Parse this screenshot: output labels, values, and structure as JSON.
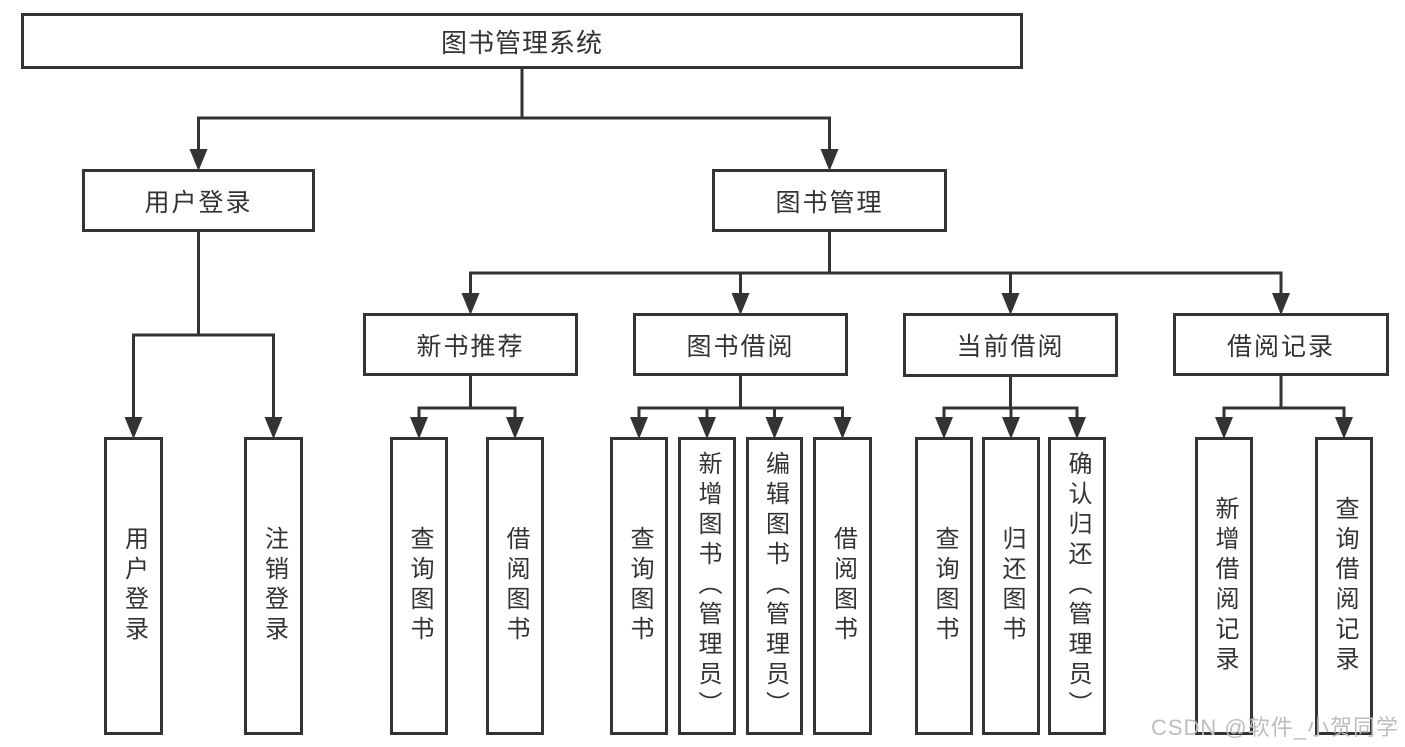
{
  "diagram": {
    "type": "hierarchy-flowchart",
    "watermark": "CSDN @软件_小贺同学",
    "colors": {
      "line": "#333333",
      "box_border": "#333333",
      "text": "#333333",
      "background": "#ffffff",
      "watermark": "#bdbdbd"
    },
    "nodes": [
      {
        "id": "root",
        "label": "图书管理系统",
        "level": 0,
        "text_direction": "horizontal"
      },
      {
        "id": "user-login",
        "label": "用户登录",
        "level": 1,
        "text_direction": "horizontal"
      },
      {
        "id": "book-mgmt",
        "label": "图书管理",
        "level": 1,
        "text_direction": "horizontal"
      },
      {
        "id": "new-book-rec",
        "label": "新书推荐",
        "level": 2,
        "text_direction": "horizontal"
      },
      {
        "id": "book-borrow",
        "label": "图书借阅",
        "level": 2,
        "text_direction": "horizontal"
      },
      {
        "id": "current-borrow",
        "label": "当前借阅",
        "level": 2,
        "text_direction": "horizontal"
      },
      {
        "id": "borrow-record",
        "label": "借阅记录",
        "level": 2,
        "text_direction": "horizontal"
      },
      {
        "id": "leaf-user-login",
        "label": "用户登录",
        "level": 3,
        "text_direction": "vertical"
      },
      {
        "id": "leaf-logout",
        "label": "注销登录",
        "level": 3,
        "text_direction": "vertical"
      },
      {
        "id": "leaf-query-book-1",
        "label": "查询图书",
        "level": 3,
        "text_direction": "vertical"
      },
      {
        "id": "leaf-borrow-book-1",
        "label": "借阅图书",
        "level": 3,
        "text_direction": "vertical"
      },
      {
        "id": "leaf-query-book-2",
        "label": "查询图书",
        "level": 3,
        "text_direction": "vertical"
      },
      {
        "id": "leaf-add-book",
        "label": "新增图书（管理员）",
        "level": 3,
        "text_direction": "vertical"
      },
      {
        "id": "leaf-edit-book",
        "label": "编辑图书（管理员）",
        "level": 3,
        "text_direction": "vertical"
      },
      {
        "id": "leaf-borrow-book-2",
        "label": "借阅图书",
        "level": 3,
        "text_direction": "vertical"
      },
      {
        "id": "leaf-query-book-3",
        "label": "查询图书",
        "level": 3,
        "text_direction": "vertical"
      },
      {
        "id": "leaf-return-book",
        "label": "归还图书",
        "level": 3,
        "text_direction": "vertical"
      },
      {
        "id": "leaf-confirm-return",
        "label": "确认归还（管理员）",
        "level": 3,
        "text_direction": "vertical"
      },
      {
        "id": "leaf-add-borrow-rec",
        "label": "新增借阅记录",
        "level": 3,
        "text_direction": "vertical"
      },
      {
        "id": "leaf-query-borrow-rec",
        "label": "查询借阅记录",
        "level": 3,
        "text_direction": "vertical"
      }
    ],
    "edges": [
      {
        "from": "root",
        "to": "user-login"
      },
      {
        "from": "root",
        "to": "book-mgmt"
      },
      {
        "from": "user-login",
        "to": "leaf-user-login"
      },
      {
        "from": "user-login",
        "to": "leaf-logout"
      },
      {
        "from": "book-mgmt",
        "to": "new-book-rec"
      },
      {
        "from": "book-mgmt",
        "to": "book-borrow"
      },
      {
        "from": "book-mgmt",
        "to": "current-borrow"
      },
      {
        "from": "book-mgmt",
        "to": "borrow-record"
      },
      {
        "from": "new-book-rec",
        "to": "leaf-query-book-1"
      },
      {
        "from": "new-book-rec",
        "to": "leaf-borrow-book-1"
      },
      {
        "from": "book-borrow",
        "to": "leaf-query-book-2"
      },
      {
        "from": "book-borrow",
        "to": "leaf-add-book"
      },
      {
        "from": "book-borrow",
        "to": "leaf-edit-book"
      },
      {
        "from": "book-borrow",
        "to": "leaf-borrow-book-2"
      },
      {
        "from": "current-borrow",
        "to": "leaf-query-book-3"
      },
      {
        "from": "current-borrow",
        "to": "leaf-return-book"
      },
      {
        "from": "current-borrow",
        "to": "leaf-confirm-return"
      },
      {
        "from": "borrow-record",
        "to": "leaf-add-borrow-rec"
      },
      {
        "from": "borrow-record",
        "to": "leaf-query-borrow-rec"
      }
    ]
  }
}
